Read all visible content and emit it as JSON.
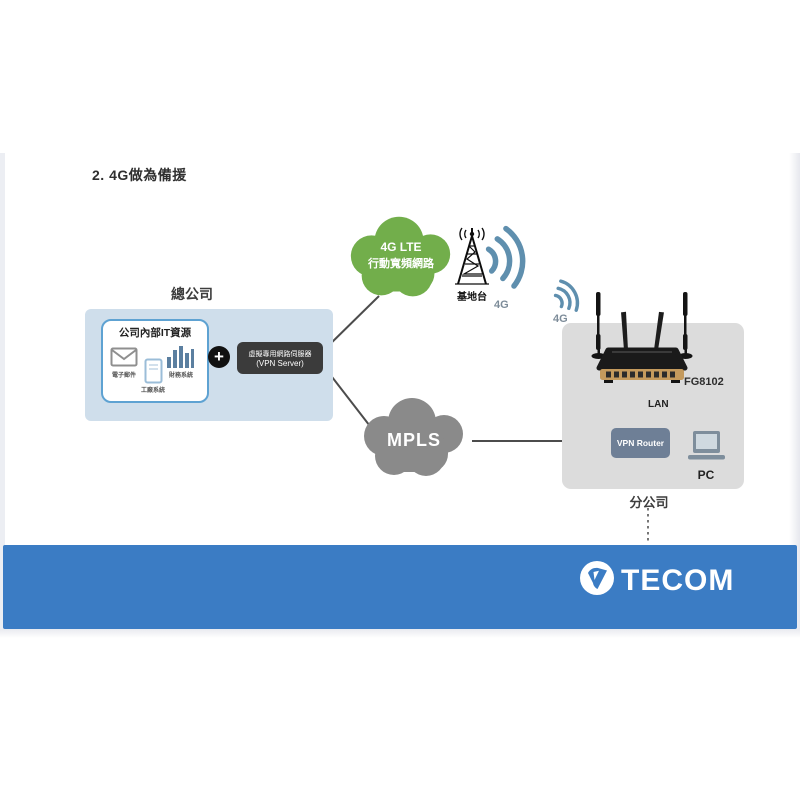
{
  "page": {
    "title": "2. 4G做為備援"
  },
  "colors": {
    "green": "#72ae4b",
    "mpls": "#8a8a8a",
    "band": "#3b7cc4",
    "signal": "#5f8fae",
    "hqbox": "#cfdeeb",
    "vpnserver": "#3b3b3b",
    "vpnrouter": "#6e7f96",
    "branchbox": "#dcdcdc",
    "line": "#4c4c4c"
  },
  "icons": {
    "email": "email-icon",
    "finance": "bar-chart-icon",
    "factory": "document-icon",
    "plus": "plus-icon",
    "tower": "cell-tower-icon",
    "signal": "wifi-signal-icon",
    "router": "router-icon",
    "pc": "laptop-icon",
    "brand": "tecom-logo-icon"
  },
  "hq": {
    "label": "總公司",
    "it_title": "公司內部IT資源",
    "email_label": "電子郵件",
    "finance_label": "財務系統",
    "factory_label": "工廠系統",
    "plus": "+",
    "vpn_server_line1": "虛擬專用網路伺服器",
    "vpn_server_line2": "(VPN Server)"
  },
  "lte_cloud": {
    "line1": "4G LTE",
    "line2": "行動寬頻網路"
  },
  "tower": {
    "label": "基地台"
  },
  "signal_large": {
    "label": "4G"
  },
  "signal_small": {
    "label": "4G"
  },
  "mpls_cloud": {
    "label": "MPLS"
  },
  "branch": {
    "label": "分公司",
    "router_model": "FG8102",
    "lan": "LAN",
    "vpn_router": "VPN Router",
    "pc": "PC"
  },
  "footer": {
    "brand": "TECOM"
  }
}
